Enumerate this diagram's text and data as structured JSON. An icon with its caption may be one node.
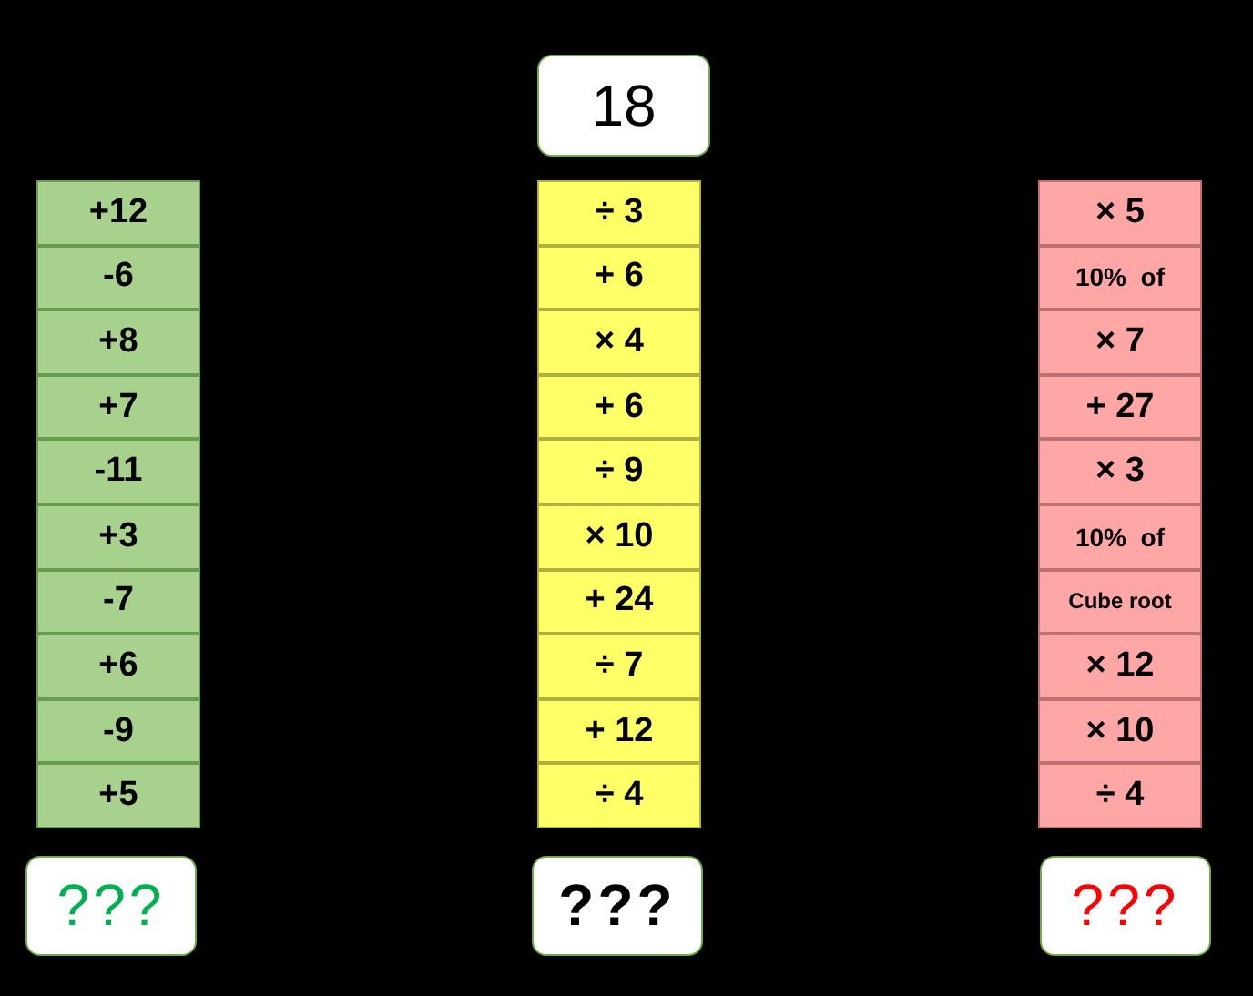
{
  "diagram": {
    "nodes": [
      {
        "text": [
          "18"
        ]
      },
      {
        "text": [
          "+12"
        ]
      },
      {
        "text": [
          "-6"
        ]
      },
      {
        "text": [
          "+8"
        ]
      },
      {
        "text": [
          "+7"
        ]
      },
      {
        "text": [
          "-11"
        ]
      },
      {
        "text": [
          "+3"
        ]
      },
      {
        "text": [
          "-7"
        ]
      },
      {
        "text": [
          "+6"
        ]
      },
      {
        "text": [
          "-9"
        ]
      },
      {
        "text": [
          "+5"
        ]
      },
      {
        "text": [
          "???"
        ]
      },
      {
        "text": [
          "÷ 3"
        ]
      },
      {
        "text": [
          "+ 6"
        ]
      },
      {
        "text": [
          "× 4"
        ]
      },
      {
        "text": [
          "+ 6"
        ]
      },
      {
        "text": [
          "÷ 9"
        ]
      },
      {
        "text": [
          "× 10"
        ]
      },
      {
        "text": [
          "+ 24"
        ]
      },
      {
        "text": [
          "÷ 7"
        ]
      },
      {
        "text": [
          "+ 12"
        ]
      },
      {
        "text": [
          "÷ 4"
        ]
      },
      {
        "text": [
          "???"
        ]
      },
      {
        "text": [
          "× 5"
        ]
      },
      {
        "text": [
          "10%  of"
        ]
      },
      {
        "text": [
          "× 7"
        ]
      },
      {
        "text": [
          "+ 27"
        ]
      },
      {
        "text": [
          "× 3"
        ]
      },
      {
        "text": [
          "10%  of"
        ]
      },
      {
        "text": [
          "Cube root"
        ]
      },
      {
        "text": [
          "× 12"
        ]
      },
      {
        "text": [
          "× 10"
        ]
      },
      {
        "text": [
          "÷ 4"
        ]
      },
      {
        "text": [
          "???"
        ]
      }
    ]
  }
}
